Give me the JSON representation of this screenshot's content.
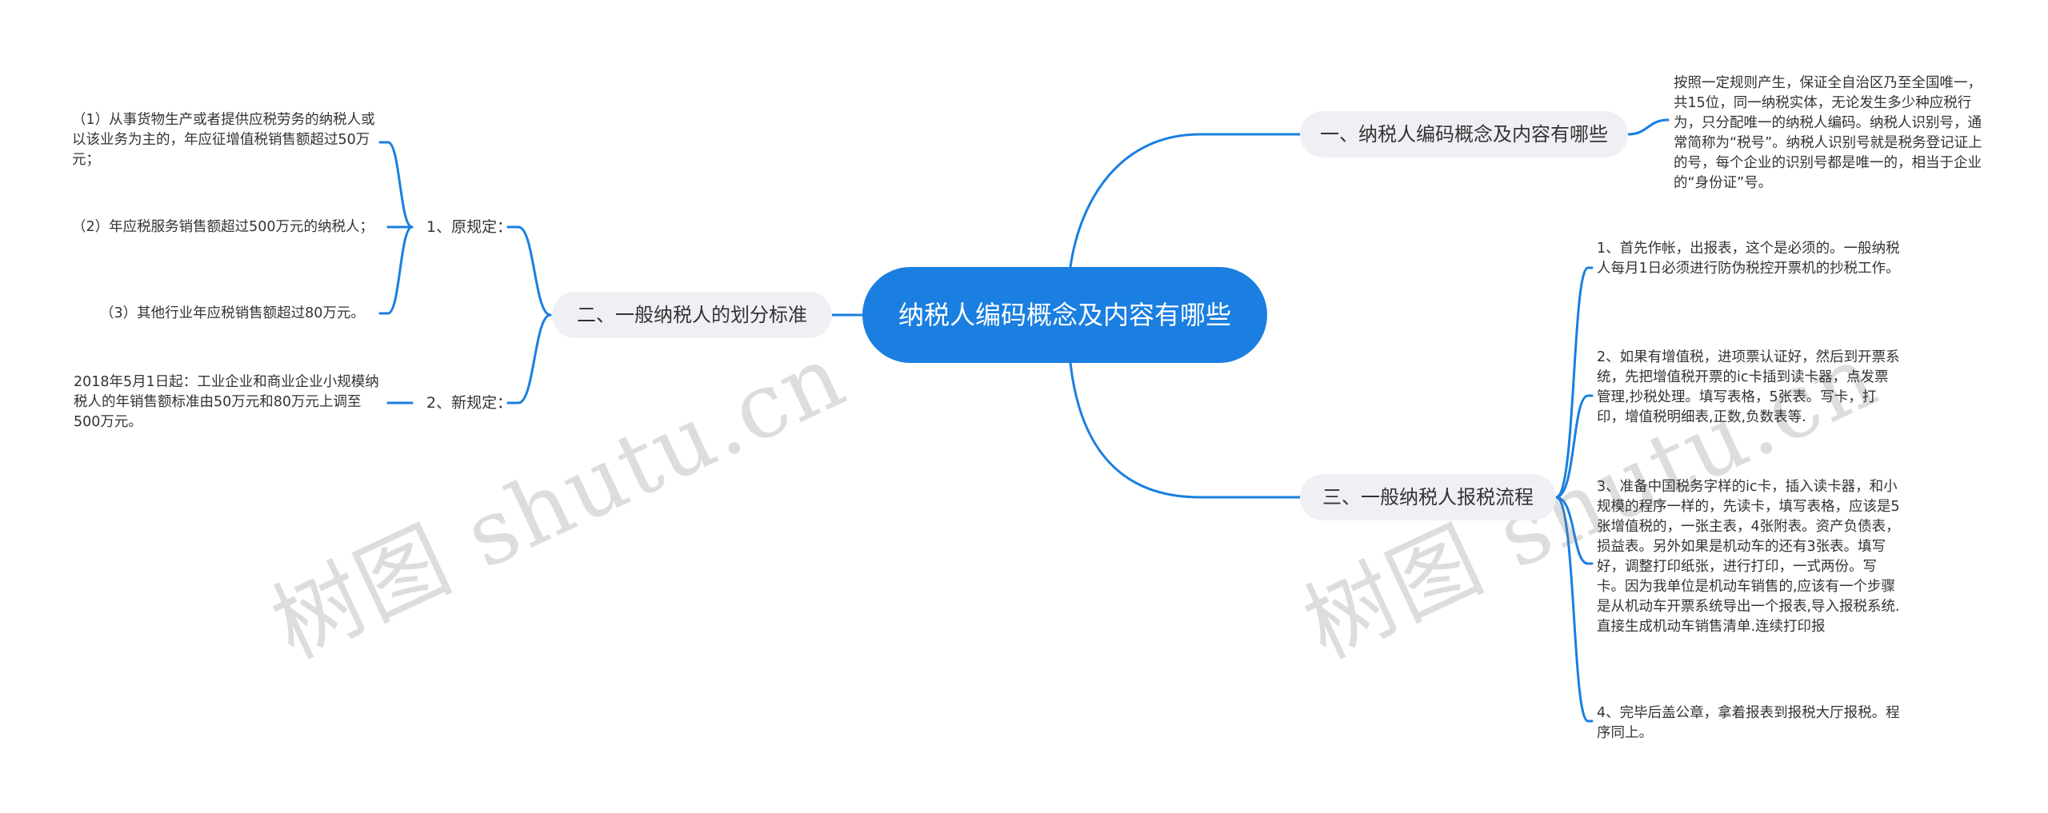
{
  "root": {
    "title": "纳税人编码概念及内容有哪些"
  },
  "branches": {
    "b1": {
      "label": "一、纳税人编码概念及内容有哪些",
      "leaf": "按照一定规则产生，保证全自治区乃至全国唯一，共15位，同一纳税实体，无论发生多少种应税行为，只分配唯一的纳税人编码。纳税人识别号，通常简称为“税号”。纳税人识别号就是税务登记证上的号，每个企业的识别号都是唯一的，相当于企业的“身份证”号。"
    },
    "b2": {
      "label": "二、一般纳税人的划分标准",
      "orig": {
        "label": "1、原规定：",
        "items": [
          "（1）从事货物生产或者提供应税劳务的纳税人或以该业务为主的，年应征增值税销售额超过50万元；",
          "（2）年应税服务销售额超过500万元的纳税人；",
          "（3）其他行业年应税销售额超过80万元。"
        ]
      },
      "new": {
        "label": "2、新规定：",
        "leaf": "2018年5月1日起：工业企业和商业企业小规模纳税人的年销售额标准由50万元和80万元上调至500万元。"
      }
    },
    "b3": {
      "label": "三、一般纳税人报税流程",
      "items": [
        "1、首先作帐，出报表，这个是必须的。一般纳税人每月1日必须进行防伪税控开票机的抄税工作。",
        "2、如果有增值税，进项票认证好，然后到开票系统，先把增值税开票的ic卡插到读卡器，点发票管理,抄税处理。填写表格，5张表。写卡，打印，增值税明细表,正数,负数表等.",
        "3、准备中国税务字样的ic卡，插入读卡器，和小规模的程序一样的，先读卡，填写表格，应该是5张增值税的，一张主表，4张附表。资产负债表，损益表。另外如果是机动车的还有3张表。填写好，调整打印纸张，进行打印，一式两份。写卡。因为我单位是机动车销售的,应该有一个步骤是从机动车开票系统导出一个报表,导入报税系统.直接生成机动车销售清单.连续打印报",
        "4、完毕后盖公章，拿着报表到报税大厅报税。程序同上。"
      ]
    }
  },
  "watermark": "树图 shutu.cn",
  "colors": {
    "accent": "#1a7fe0",
    "branch_bg": "#eef0f4",
    "link": "#1a7fe0"
  }
}
